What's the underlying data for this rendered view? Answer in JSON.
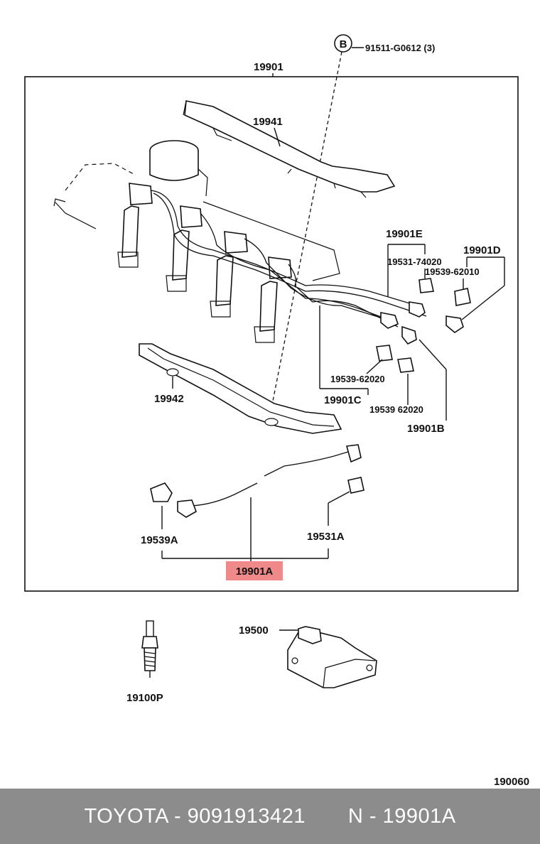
{
  "diagram": {
    "callout_b": "B",
    "labels": {
      "bolt": "91511-G0612 (3)",
      "set": "19901",
      "cover_upper": "19941",
      "cover_lower": "19942",
      "cord_e": "19901E",
      "clamp_74020": "19531-74020",
      "cord_d": "19901D",
      "clamp_62010": "19539-62010",
      "clamp_62020_c": "19539-62020",
      "cord_c": "19901C",
      "clamp_62020_b": "19539 62020",
      "cord_b": "19901B",
      "clamp_a_left": "19539A",
      "clamp_a_right": "19531A",
      "cord_a": "19901A",
      "coil": "19500",
      "spark_plug": "19100P",
      "figure_no": "190060"
    },
    "highlight_color": "#f08a8a"
  },
  "footer": {
    "text": "TOYOTA - 9091913421       N - 19901A"
  }
}
